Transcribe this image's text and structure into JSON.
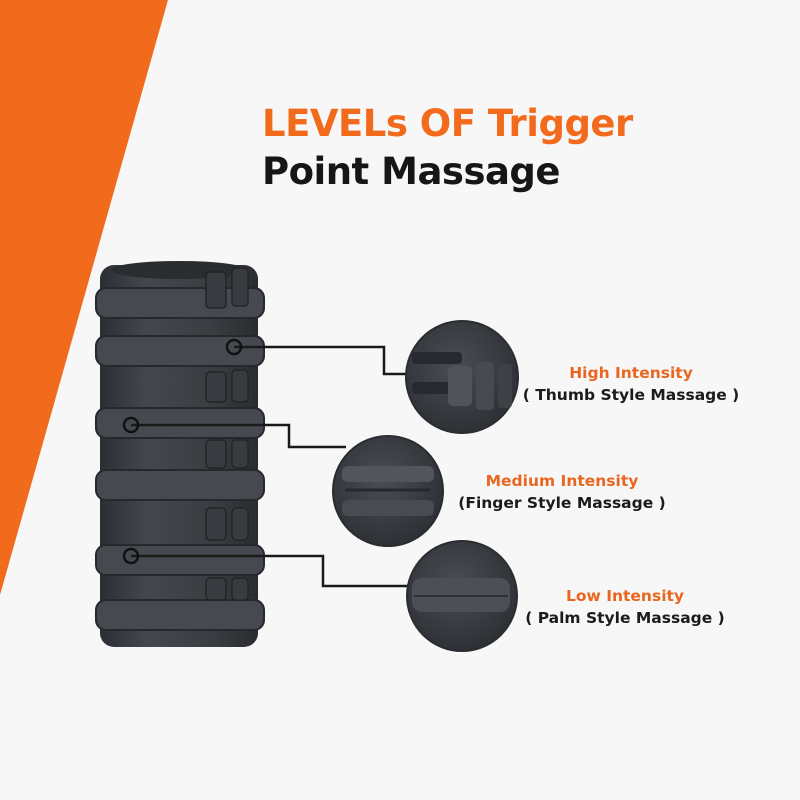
{
  "title": {
    "line1": "LEVELs OF Trigger",
    "line2": "Point Massage"
  },
  "colors": {
    "accent": "#f26b1d",
    "text_dark": "#161616",
    "roller": "#3a3d42",
    "background": "#f7f7f7"
  },
  "levels": [
    {
      "title": "High Intensity",
      "subtitle": "( Thumb Style Massage )"
    },
    {
      "title": "Medium Intensity",
      "subtitle": "(Finger Style Massage )"
    },
    {
      "title": "Low Intensity",
      "subtitle": "( Palm Style Massage )"
    }
  ]
}
